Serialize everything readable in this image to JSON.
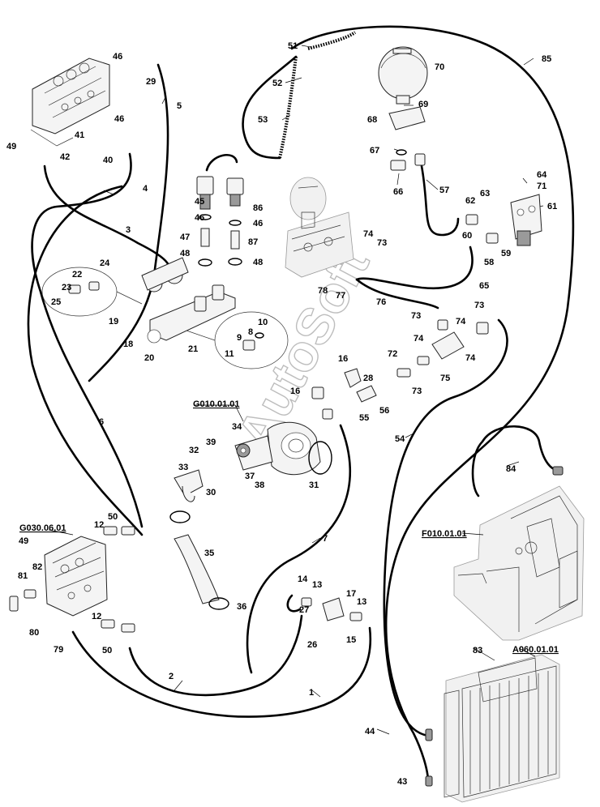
{
  "watermark": "AutoSoft",
  "references": {
    "G010": "G010.01.01",
    "G030": "G030.06.01",
    "F010": "F010.01.01",
    "A060": "A060.01.01"
  },
  "callouts": {
    "c1": "1",
    "c2": "2",
    "c3": "3",
    "c4": "4",
    "c5": "5",
    "c6": "6",
    "c7": "7",
    "c8": "8",
    "c9": "9",
    "c10": "10",
    "c11": "11",
    "c12a": "12",
    "c12b": "12",
    "c13a": "13",
    "c13b": "13",
    "c14": "14",
    "c15": "15",
    "c16a": "16",
    "c16b": "16",
    "c17": "17",
    "c18": "18",
    "c19": "19",
    "c20": "20",
    "c21": "21",
    "c22": "22",
    "c23": "23",
    "c24": "24",
    "c25": "25",
    "c26": "26",
    "c27": "27",
    "c28": "28",
    "c29": "29",
    "c30": "30",
    "c31": "31",
    "c32": "32",
    "c33": "33",
    "c34": "34",
    "c35": "35",
    "c36": "36",
    "c37": "37",
    "c38": "38",
    "c39": "39",
    "c40": "40",
    "c41": "41",
    "c42": "42",
    "c43": "43",
    "c44": "44",
    "c45": "45",
    "c46a": "46",
    "c46b": "46",
    "c46c": "46",
    "c46d": "46",
    "c47": "47",
    "c48a": "48",
    "c48b": "48",
    "c49a": "49",
    "c49b": "49",
    "c50a": "50",
    "c50b": "50",
    "c51": "51",
    "c52": "52",
    "c53": "53",
    "c54": "54",
    "c55": "55",
    "c56": "56",
    "c57": "57",
    "c58": "58",
    "c59": "59",
    "c60": "60",
    "c61": "61",
    "c62": "62",
    "c63": "63",
    "c64": "64",
    "c65": "65",
    "c66": "66",
    "c67": "67",
    "c68": "68",
    "c69": "69",
    "c70": "70",
    "c71": "71",
    "c72": "72",
    "c73a": "73",
    "c73b": "73",
    "c73c": "73",
    "c73d": "73",
    "c74a": "74",
    "c74b": "74",
    "c74c": "74",
    "c74d": "74",
    "c75": "75",
    "c76": "76",
    "c77": "77",
    "c78": "78",
    "c79": "79",
    "c80": "80",
    "c81": "81",
    "c82": "82",
    "c83": "83",
    "c84": "84",
    "c85": "85",
    "c86": "86",
    "c87": "87"
  }
}
